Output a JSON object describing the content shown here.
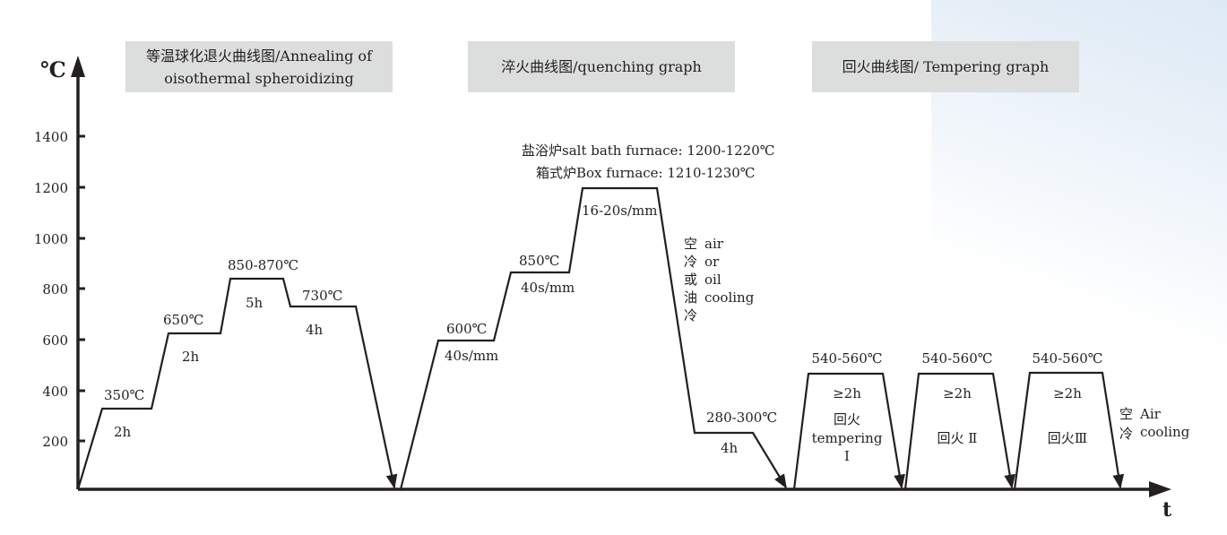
{
  "headers": {
    "annealing": "等温球化退火曲线图/Annealing of oisothermal spheroidizing",
    "quenching": "淬火曲线图/quenching graph",
    "tempering": "回火曲线图/ Tempering graph"
  },
  "axes": {
    "y_unit": "℃",
    "x_label": "t",
    "y_ticks": [
      "1400",
      "1200",
      "1000",
      "800",
      "600",
      "400",
      "200"
    ]
  },
  "annealing": {
    "labels": [
      "350℃",
      "2h",
      "650℃",
      "2h",
      "850-870℃",
      "5h",
      "730℃",
      "4h"
    ]
  },
  "quenching": {
    "furnace_salt": "盐浴炉salt bath furnace: 1200-1220℃",
    "furnace_box": "箱式炉Box furnace: 1210-1230℃",
    "labels": [
      "600℃",
      "40s/mm",
      "850℃",
      "40s/mm",
      "16-20s/mm",
      "280-300℃",
      "4h"
    ],
    "cooling_cn": [
      "空",
      "冷",
      "或",
      "油",
      "冷"
    ],
    "cooling_en": [
      "air",
      "or",
      "oil",
      "cooling"
    ]
  },
  "tempering": {
    "temp": "540-560℃",
    "time": "≥2h",
    "stage1_cn": "回火",
    "stage1_en": "tempering",
    "stage1_num": "I",
    "stage2": "回火 Ⅱ",
    "stage3": "回火Ⅲ",
    "air_cn": [
      "空",
      "冷"
    ],
    "air_en": [
      "Air",
      "cooling"
    ]
  }
}
